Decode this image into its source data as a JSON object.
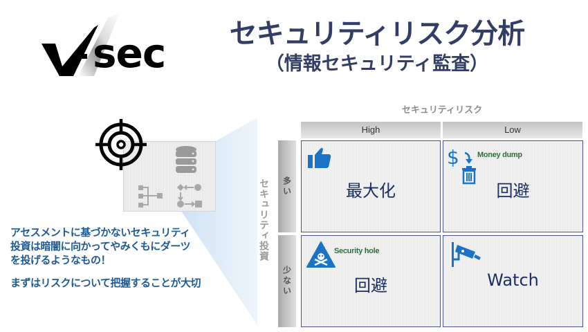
{
  "logo": {
    "text": "sec",
    "mark": "V"
  },
  "header": {
    "title": "セキュリティリスク分析",
    "subtitle": "（情報セキュリティ監査）"
  },
  "left": {
    "message_lines": [
      "アセスメントに基づかないセキュリティ",
      "投資は暗闇に向かってやみくもにダーツ",
      "を投げるようなもの！"
    ],
    "conclusion": "まずはリスクについて把握することが大切",
    "icons": [
      "target-icon",
      "database-icon",
      "tree-structure-icon",
      "flow-icon"
    ]
  },
  "matrix": {
    "x_axis_title": "セキュリティリスク",
    "y_axis_title": "セキュリティ投資",
    "columns": [
      "High",
      "Low"
    ],
    "rows": [
      "多い",
      "少ない"
    ],
    "cells": [
      {
        "row": "多い",
        "col": "High",
        "label": "最大化",
        "icon": "thumbs-up-icon",
        "tag": ""
      },
      {
        "row": "多い",
        "col": "Low",
        "label": "回避",
        "icon": "money-dump-icon",
        "tag": "Money dump"
      },
      {
        "row": "少ない",
        "col": "High",
        "label": "回避",
        "icon": "danger-skull-icon",
        "tag": "Security hole"
      },
      {
        "row": "少ない",
        "col": "Low",
        "label": "Watch",
        "icon": "security-camera-icon",
        "tag": ""
      }
    ],
    "colors": {
      "title": "#323e66",
      "cell_border": "#4c4f96",
      "icon_blue": "#1a73c4",
      "tag_green": "#2f6f3a",
      "lead_text": "#1f5a94"
    }
  }
}
